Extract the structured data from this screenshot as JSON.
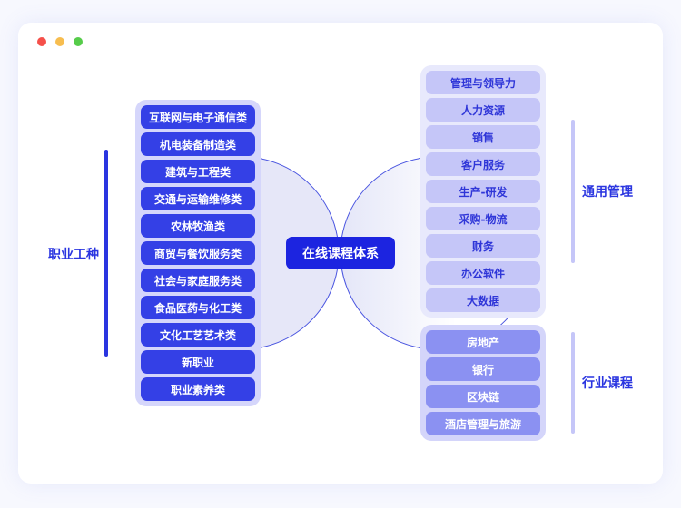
{
  "window": {
    "dots": [
      "#f5504a",
      "#f7bd4f",
      "#56cc4a"
    ]
  },
  "center": {
    "label": "在线课程体系"
  },
  "left": {
    "label": "职业工种",
    "items": [
      "互联网与电子通信类",
      "机电装备制造类",
      "建筑与工程类",
      "交通与运输维修类",
      "农林牧渔类",
      "商贸与餐饮服务类",
      "社会与家庭服务类",
      "食品医药与化工类",
      "文化工艺艺术类",
      "新职业",
      "职业素养类"
    ]
  },
  "right_top": {
    "label": "通用管理",
    "items": [
      "管理与领导力",
      "人力资源",
      "销售",
      "客户服务",
      "生产-研发",
      "采购-物流",
      "财务",
      "办公软件",
      "大数据"
    ]
  },
  "right_bottom": {
    "label": "行业课程",
    "items": [
      "房地产",
      "银行",
      "区块链",
      "酒店管理与旅游"
    ]
  }
}
